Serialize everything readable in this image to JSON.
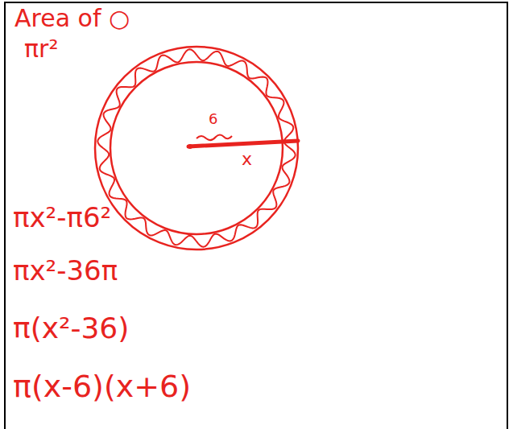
{
  "diagram": {
    "title": "Area of ○",
    "labels": [
      "πr²",
      "6",
      "x",
      "πx²-π6²",
      "πx²-36π",
      "π(x²-36)",
      "π(x-6)(x+6)"
    ]
  }
}
